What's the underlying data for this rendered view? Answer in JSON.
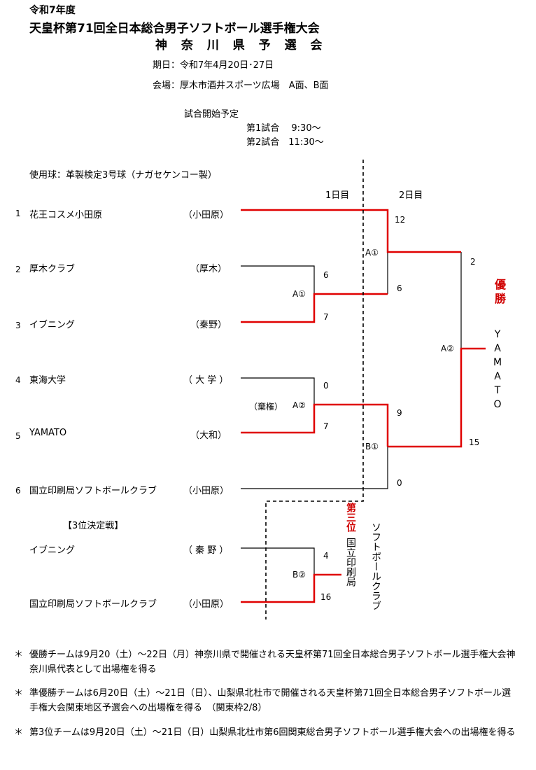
{
  "header": {
    "era": "令和7年度",
    "title": "天皇杯第71回全日本総合男子ソフトボール選手権大会",
    "subtitle": "神 奈 川 県 予 選 会",
    "dates": "期日：令和7年4月20日･27日",
    "venue": "会場：厚木市酒井スポーツ広場　A面、B面"
  },
  "schedule": {
    "heading": "試合開始予定",
    "game1": "第1試合　 9:30～",
    "game2": "第2試合　11:30～"
  },
  "ball_note": "使用球：革製検定3号球（ナガセケンコー製）",
  "days": {
    "day1": "1日目",
    "day2": "2日目"
  },
  "teams": [
    {
      "num": "1",
      "name": "花王コスメ小田原",
      "region": "（小田原）"
    },
    {
      "num": "2",
      "name": "厚木クラブ",
      "region": "（厚木）"
    },
    {
      "num": "3",
      "name": "イブニング",
      "region": "（秦野）"
    },
    {
      "num": "4",
      "name": "東海大学",
      "region": "（ 大 学 ）"
    },
    {
      "num": "5",
      "name": "YAMATO",
      "region": "（大和）"
    },
    {
      "num": "6",
      "name": "国立印刷局ソフトボールクラブ",
      "region": "（小田原）"
    }
  ],
  "matches": {
    "m1": {
      "label": "A①",
      "top": "6",
      "bottom": "7"
    },
    "m2": {
      "label": "A②",
      "top": "0",
      "bottom": "7",
      "note": "（棄権）"
    },
    "m3": {
      "label": "A①",
      "top": "12",
      "bottom": "6"
    },
    "m4": {
      "label": "B①",
      "top": "9",
      "bottom": "0"
    },
    "final": {
      "label": "A②",
      "top": "2",
      "bottom": "15"
    }
  },
  "champion": {
    "label": "優勝",
    "team": "YAMATO"
  },
  "third_place": {
    "heading": "【3位決定戦】",
    "team1": {
      "name": "イブニング",
      "region": "（ 秦 野 ）",
      "score": "4"
    },
    "team2": {
      "name": "国立印刷局ソフトボールクラブ",
      "region": "（小田原）",
      "score": "16"
    },
    "label": "B②",
    "place_label": "第三位",
    "winner_line1": "国立印刷局",
    "winner_line2": "ソフトボールクラブ"
  },
  "notes": [
    {
      "mark": "＊",
      "text": "優勝チームは9月20（土）～22日（月）神奈川県で開催される天皇杯第71回全日本総合男子ソフトボール選手権大会神奈川県代表として出場権を得る"
    },
    {
      "mark": "＊",
      "text": "準優勝チームは6月20日（土）～21日（日）、山梨県北杜市で開催される天皇杯第71回全日本総合男子ソフトボール選手権大会関東地区予選会への出場権を得る　（関東枠2/8）"
    },
    {
      "mark": "＊",
      "text": "第3位チームは9月20日（土）～21日（日）山梨県北杜市第6回関東総合男子ソフトボール選手権大会への出場権を得る"
    }
  ],
  "colors": {
    "winner_line": "#e00000",
    "line": "#000000",
    "champion_text": "#d00000"
  }
}
